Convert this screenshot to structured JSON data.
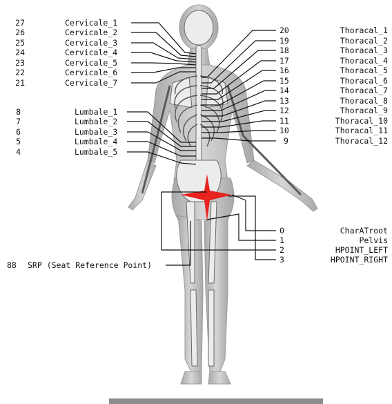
{
  "cervicale": [
    {
      "num": "27",
      "name": "Cervicale_1"
    },
    {
      "num": "26",
      "name": "Cervicale_2"
    },
    {
      "num": "25",
      "name": "Cervicale_3"
    },
    {
      "num": "24",
      "name": "Cervicale_4"
    },
    {
      "num": "23",
      "name": "Cervicale_5"
    },
    {
      "num": "22",
      "name": "Cervicale_6"
    },
    {
      "num": "21",
      "name": "Cervicale_7"
    }
  ],
  "lumbale": [
    {
      "num": "8",
      "name": "Lumbale_1"
    },
    {
      "num": "7",
      "name": "Lumbale_2"
    },
    {
      "num": "6",
      "name": "Lumbale_3"
    },
    {
      "num": "5",
      "name": "Lumbale_4"
    },
    {
      "num": "4",
      "name": "Lumbale_5"
    }
  ],
  "thoracal": [
    {
      "num": "20",
      "name": "Thoracal_1"
    },
    {
      "num": "19",
      "name": "Thoracal_2"
    },
    {
      "num": "18",
      "name": "Thoracal_3"
    },
    {
      "num": "17",
      "name": "Thoracal_4"
    },
    {
      "num": "16",
      "name": "Thoracal_5"
    },
    {
      "num": "15",
      "name": "Thoracal_6"
    },
    {
      "num": "14",
      "name": "Thoracal_7"
    },
    {
      "num": "13",
      "name": "Thoracal_8"
    },
    {
      "num": "12",
      "name": "Thoracal_9"
    },
    {
      "num": "11",
      "name": "Thoracal_10"
    },
    {
      "num": "10",
      "name": "Thoracal_11"
    },
    {
      "num": "9",
      "name": "Thoracal_12"
    }
  ],
  "root": [
    {
      "num": "0",
      "name": "CharATroot"
    },
    {
      "num": "1",
      "name": "Pelvis"
    },
    {
      "num": "2",
      "name": "HPOINT_LEFT"
    },
    {
      "num": "3",
      "name": "HPOINT_RIGHT"
    }
  ],
  "srp": {
    "num": "88",
    "name": "SRP (Seat Reference Point)"
  },
  "colors": {
    "body": "#c9c9c9",
    "bone": "#eeeeee",
    "marker": "#e8231f",
    "floor": "#8c8c8c",
    "line": "#111111"
  }
}
